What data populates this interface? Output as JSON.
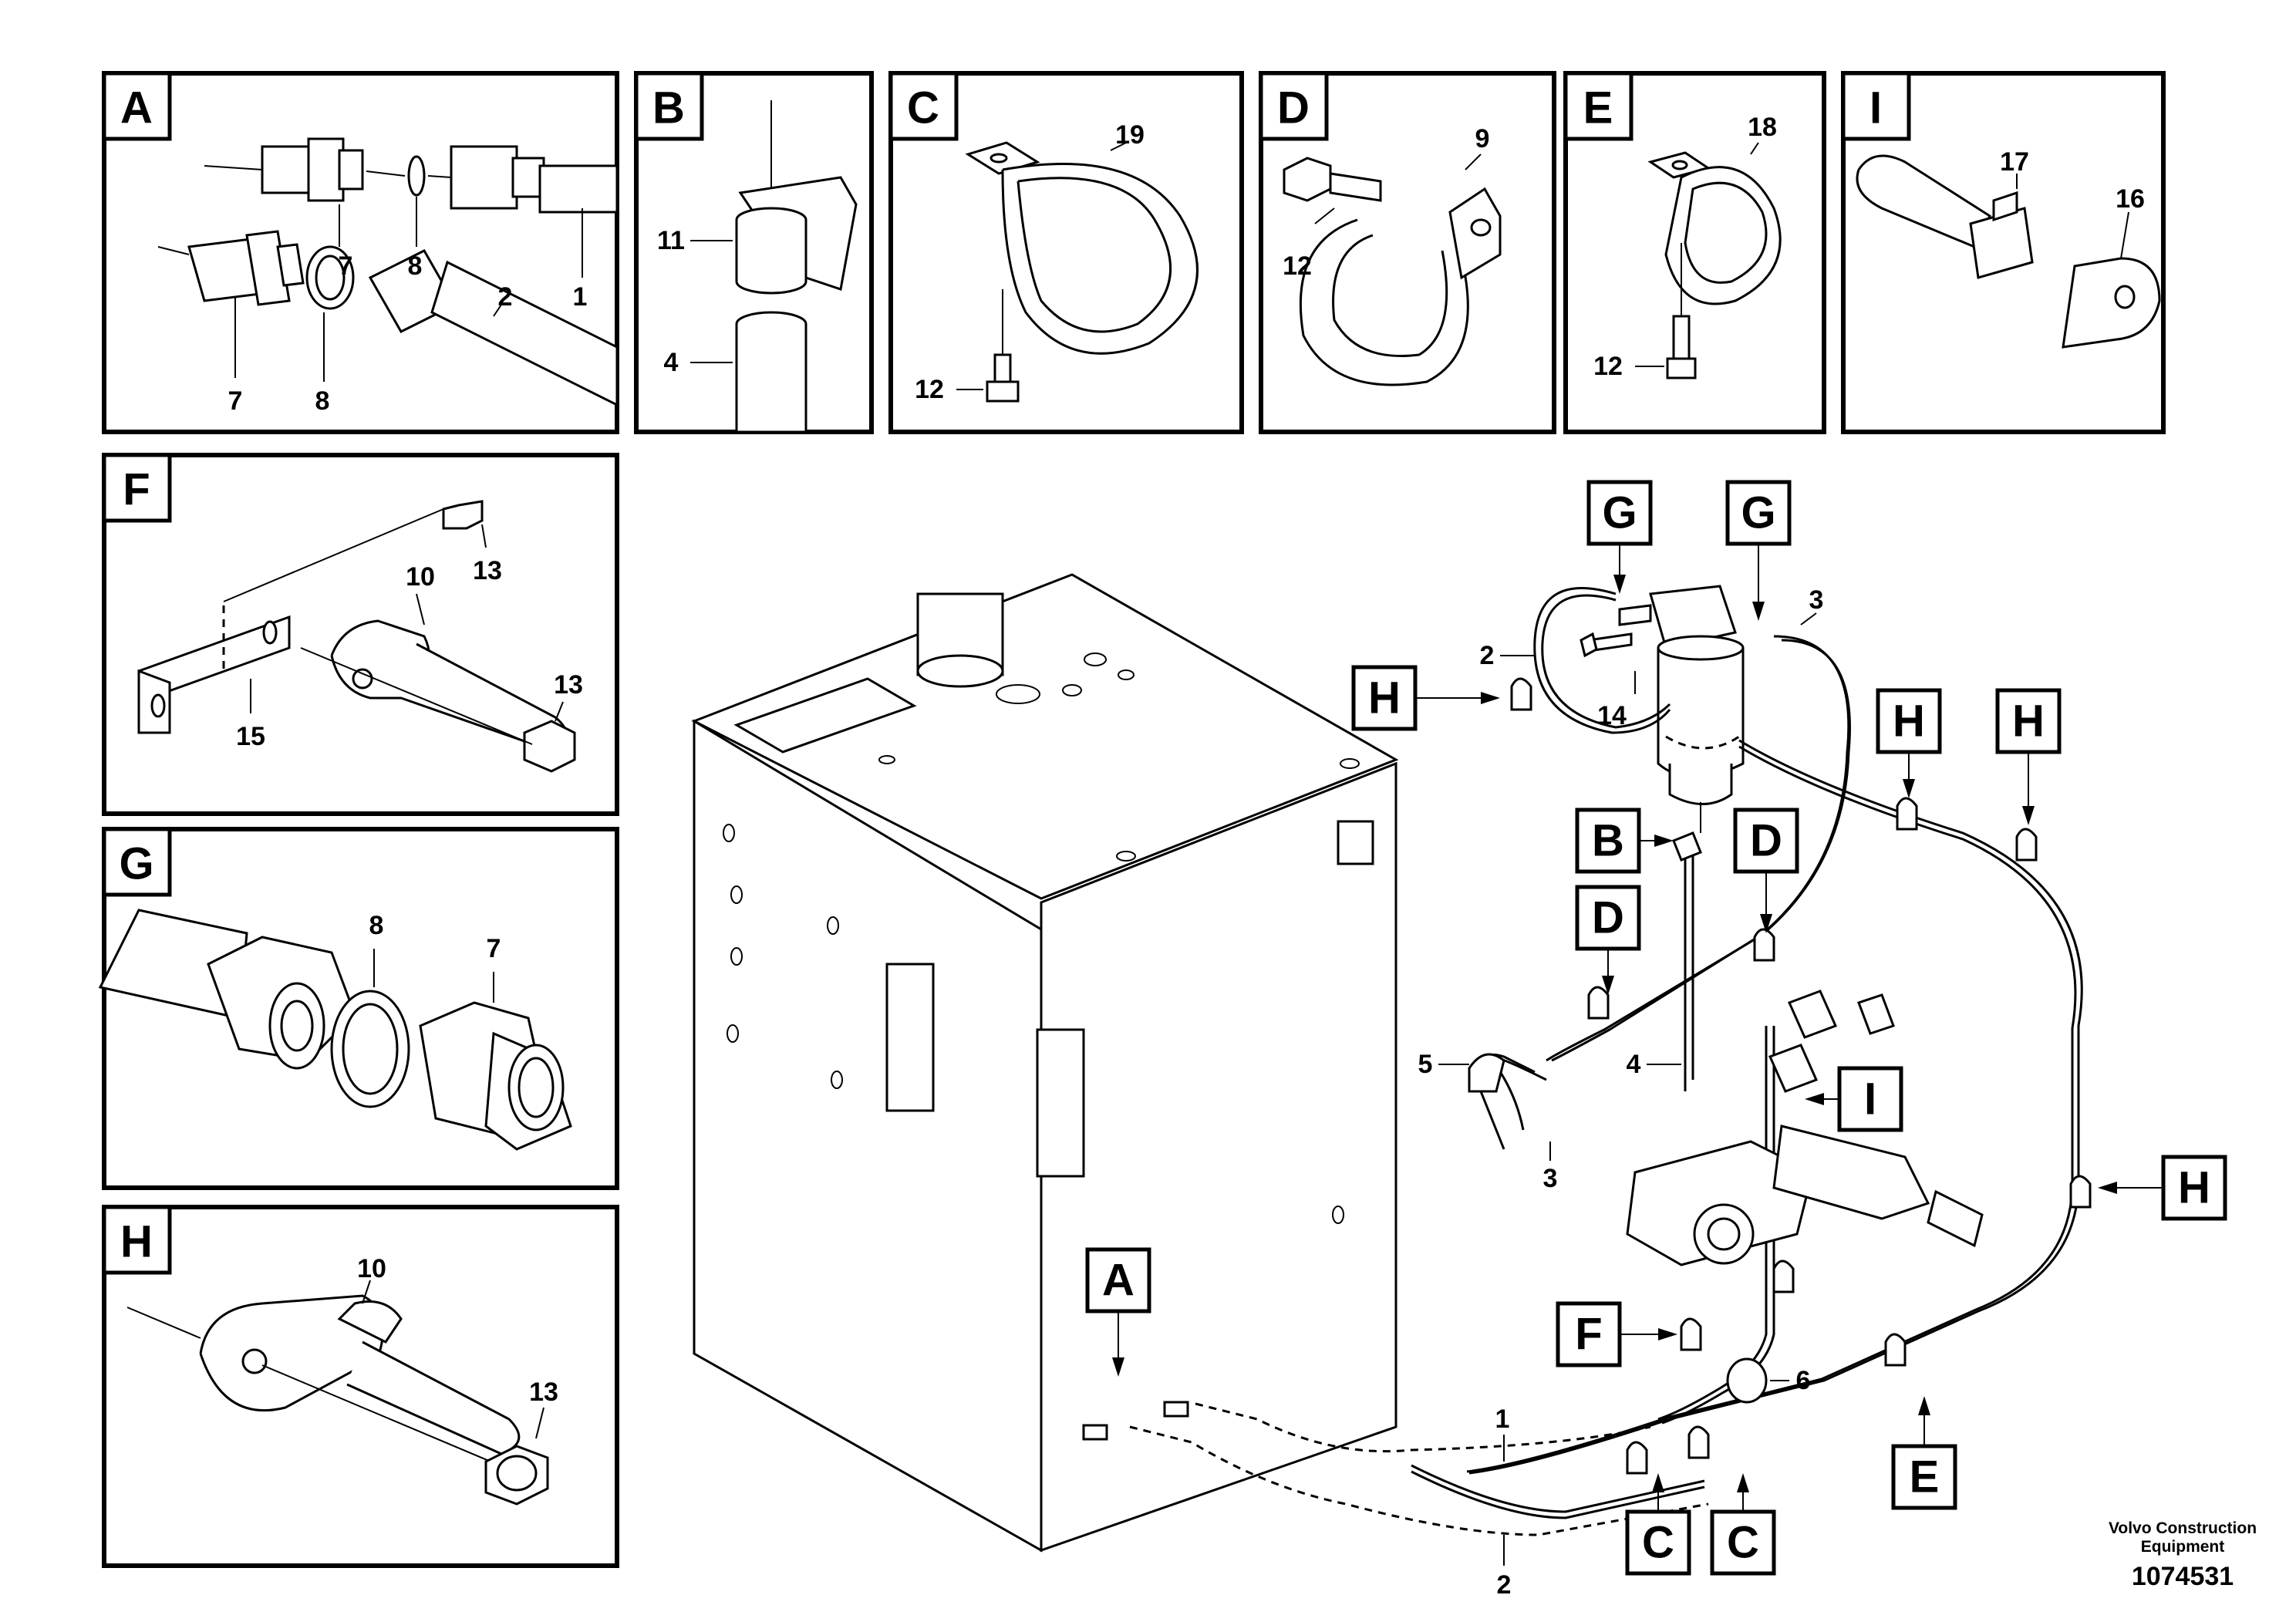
{
  "panels": {
    "A": {
      "letter": "A",
      "labels": [
        "7",
        "8",
        "1",
        "7",
        "8",
        "2"
      ]
    },
    "B": {
      "letter": "B",
      "labels": [
        "11",
        "4"
      ]
    },
    "C": {
      "letter": "C",
      "labels": [
        "19",
        "12"
      ]
    },
    "D": {
      "letter": "D",
      "labels": [
        "9",
        "12"
      ]
    },
    "E": {
      "letter": "E",
      "labels": [
        "18",
        "12"
      ]
    },
    "I": {
      "letter": "I",
      "labels": [
        "17",
        "16"
      ]
    },
    "F": {
      "letter": "F",
      "labels": [
        "10",
        "13",
        "13",
        "15"
      ]
    },
    "G": {
      "letter": "G",
      "labels": [
        "8",
        "7"
      ]
    },
    "H": {
      "letter": "H",
      "labels": [
        "10",
        "13"
      ]
    }
  },
  "main": {
    "callouts": [
      "G",
      "G",
      "H",
      "H",
      "H",
      "B",
      "D",
      "D",
      "I",
      "H",
      "F",
      "A",
      "E",
      "C",
      "C"
    ],
    "labels": [
      "2",
      "3",
      "14",
      "5",
      "4",
      "3",
      "6",
      "1",
      "2"
    ]
  },
  "footer": {
    "credit_line1": "Volvo Construction",
    "credit_line2": "Equipment",
    "doc_number": "1074531"
  }
}
